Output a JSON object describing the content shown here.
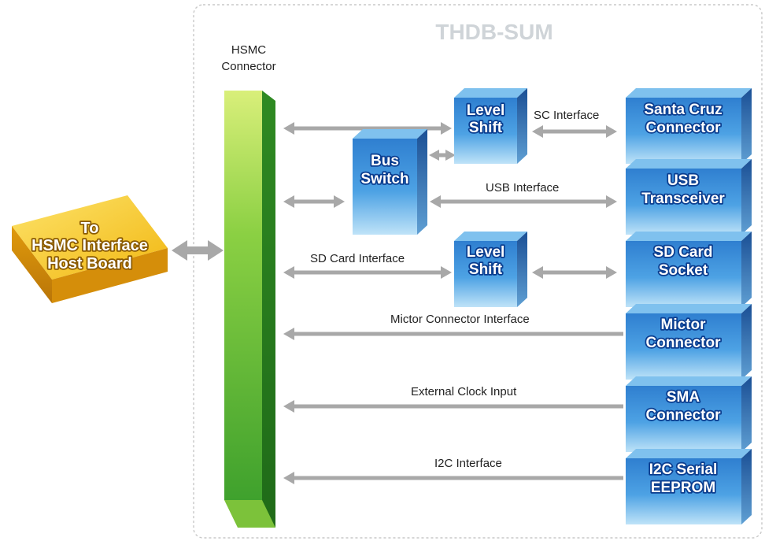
{
  "board_title": "THDB-SUM",
  "hsmc_connector": {
    "line1": "HSMC",
    "line2": "Connector"
  },
  "host_board": {
    "line1": "To",
    "line2": "HSMC Interface",
    "line3": "Host Board"
  },
  "blocks": {
    "level_shift_top": {
      "line1": "Level",
      "line2": "Shift"
    },
    "bus_switch": {
      "line1": "Bus",
      "line2": "Switch"
    },
    "level_shift_bottom": {
      "line1": "Level",
      "line2": "Shift"
    },
    "santa_cruz": {
      "line1": "Santa Cruz",
      "line2": "Connector"
    },
    "usb": {
      "line1": "USB",
      "line2": "Transceiver"
    },
    "sd_card": {
      "line1": "SD Card",
      "line2": "Socket"
    },
    "mictor": {
      "line1": "Mictor",
      "line2": "Connector"
    },
    "sma": {
      "line1": "SMA",
      "line2": "Connector"
    },
    "i2c": {
      "line1": "I2C Serial",
      "line2": "EEPROM"
    }
  },
  "interfaces": {
    "sc": "SC Interface",
    "usb": "USB Interface",
    "sd_card": "SD Card Interface",
    "mictor": "Mictor Connector Interface",
    "clock": "External Clock Input",
    "i2c": "I2C Interface"
  },
  "colors": {
    "block_blue": "#3d8fd6",
    "connector_green": "#5cb82e",
    "host_gold": "#f2c418",
    "arrow_gray": "#a8a8a8"
  }
}
